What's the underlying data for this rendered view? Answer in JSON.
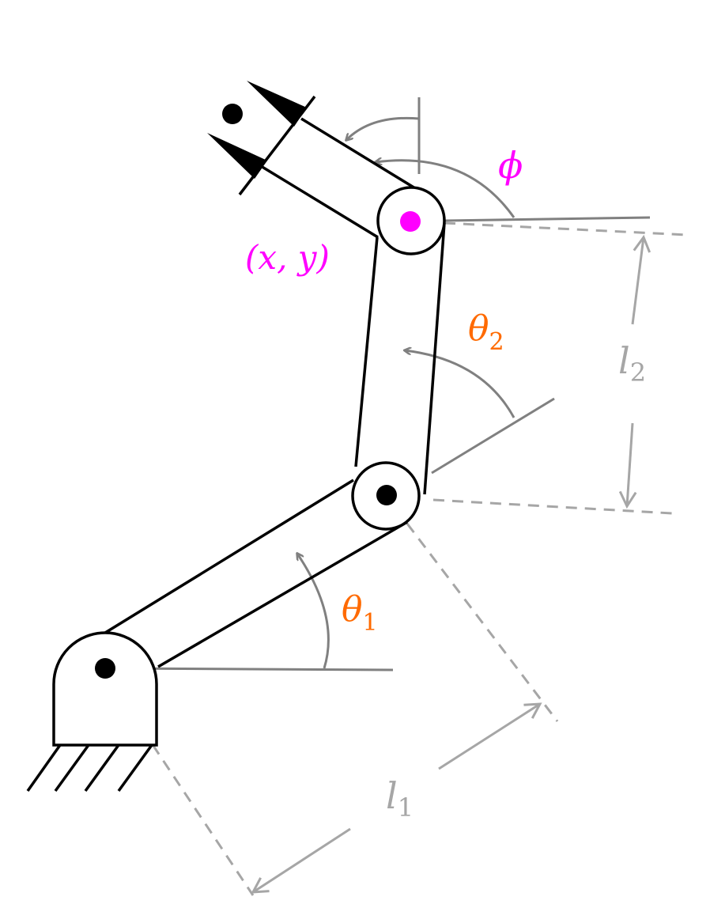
{
  "labels": {
    "phi": "ϕ",
    "end_effector": "(x, y)",
    "theta2": "θ",
    "theta2_sub": "2",
    "theta1": "θ",
    "theta1_sub": "1",
    "l2": "l",
    "l2_sub": "2",
    "l1": "l",
    "l1_sub": "1"
  },
  "colors": {
    "link": "#000000",
    "reference": "#808080",
    "dimension": "#a6a6a6",
    "angle_label": "#ff6a00",
    "end_effector": "#ff00ff"
  }
}
